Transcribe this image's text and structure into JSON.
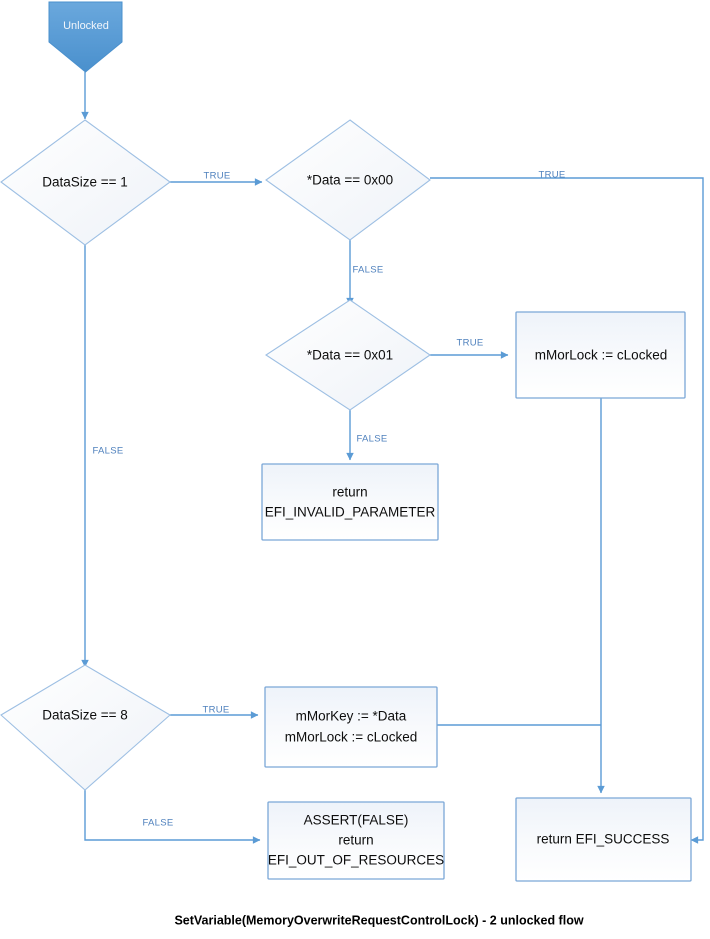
{
  "diagram": {
    "caption": "SetVariable(MemoryOverwriteRequestControlLock) - 2 unlocked flow",
    "colors": {
      "accent": "#5b9bd5",
      "start_fill": "#5b9bd5",
      "edge_label": "#4f81bd",
      "box_stroke": "#7ba7d7",
      "decision_stroke": "#9dbfe3",
      "text": "#0d0d0d",
      "background": "#ffffff"
    },
    "nodes": {
      "start": {
        "label": "Unlocked",
        "shape": "pentagon-arrow"
      },
      "decision_datasize1": {
        "label": "DataSize == 1",
        "shape": "diamond"
      },
      "decision_data00": {
        "label": "*Data == 0x00",
        "shape": "diamond"
      },
      "decision_data01": {
        "label": "*Data == 0x01",
        "shape": "diamond"
      },
      "decision_datasize8": {
        "label": "DataSize == 8",
        "shape": "diamond"
      },
      "proc_mmorlock": {
        "label": "mMorLock := cLocked",
        "shape": "rectangle"
      },
      "proc_invalid_parameter": {
        "shape": "rectangle",
        "line1": "return",
        "line2": "EFI_INVALID_PARAMETER"
      },
      "proc_mmorkey": {
        "shape": "rectangle",
        "line1": "mMorKey := *Data",
        "line2": "mMorLock := cLocked"
      },
      "proc_assert": {
        "shape": "rectangle",
        "line1": "ASSERT(FALSE)",
        "line2": "return",
        "line3": "EFI_OUT_OF_RESOURCES"
      },
      "proc_success": {
        "label": "return EFI_SUCCESS",
        "shape": "rectangle"
      }
    },
    "edge_labels": {
      "datasize1_true": "TRUE",
      "datasize1_false": "FALSE",
      "data00_true": "TRUE",
      "data00_false": "FALSE",
      "data01_true": "TRUE",
      "data01_false": "FALSE",
      "datasize8_true": "TRUE",
      "datasize8_false": "FALSE"
    }
  }
}
